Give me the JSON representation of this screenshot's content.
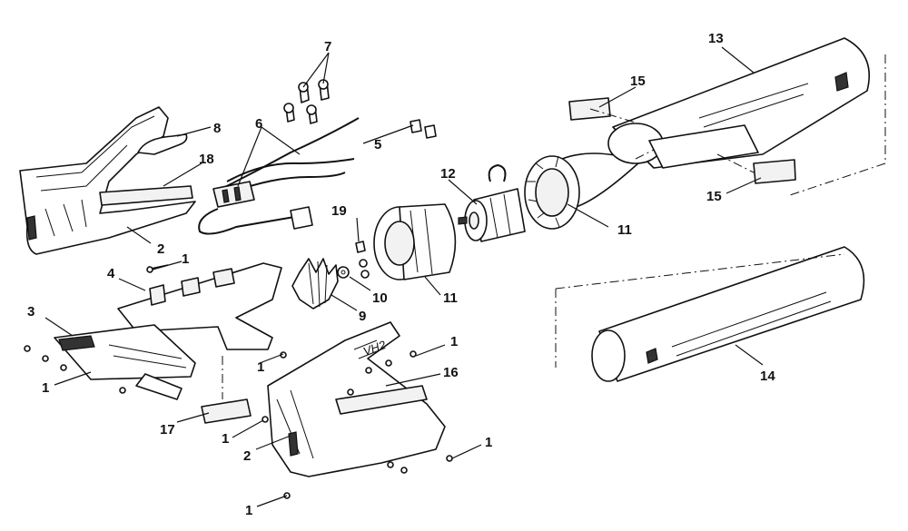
{
  "diagram": {
    "callouts": {
      "c1a": "1",
      "c1b": "1",
      "c1c": "1",
      "c1d": "1",
      "c1e": "1",
      "c1f": "1",
      "c1g": "1",
      "c2a": "2",
      "c2b": "2",
      "c3": "3",
      "c4": "4",
      "c5": "5",
      "c6": "6",
      "c7": "7",
      "c8": "8",
      "c9": "9",
      "c10": "10",
      "c11a": "11",
      "c11b": "11",
      "c12": "12",
      "c13": "13",
      "c14": "14",
      "c15a": "15",
      "c15b": "15",
      "c16": "16",
      "c17": "17",
      "c18": "18",
      "c19": "19"
    },
    "housing_logo": "VH2"
  }
}
